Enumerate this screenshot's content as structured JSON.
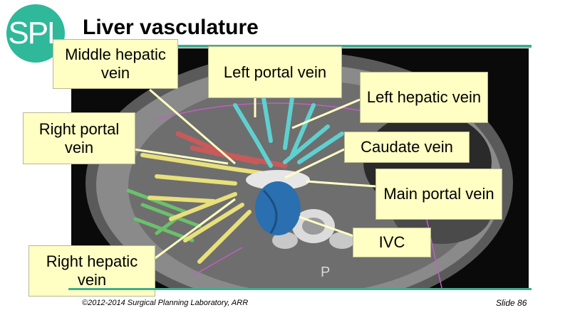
{
  "logo": {
    "text": "SPL",
    "color": "#2fb89a"
  },
  "title": "Liver vasculature",
  "labels": {
    "middle_hepatic": "Middle hepatic vein",
    "left_portal": "Left portal vein",
    "left_hepatic": "Left hepatic vein",
    "right_portal": "Right portal vein",
    "caudate": "Caudate vein",
    "main_portal": "Main portal vein",
    "ivc": "IVC",
    "right_hepatic": "Right hepatic vein"
  },
  "scan_marker": "P",
  "footer": "©2012-2014 Surgical Planning Laboratory, ARR",
  "slide_number": "Slide 86",
  "colors": {
    "label_fill": "#ffffc4",
    "accent_rule": "#3fae8e",
    "portal_vein": "#e8e07a",
    "left_portal_vein": "#5fd0d0",
    "middle_hepatic_vein": "#c85a5a",
    "ivc": "#2a6fb0",
    "right_hepatic_vein": "#6cc06c",
    "main_portal": "#e6e6e6"
  }
}
